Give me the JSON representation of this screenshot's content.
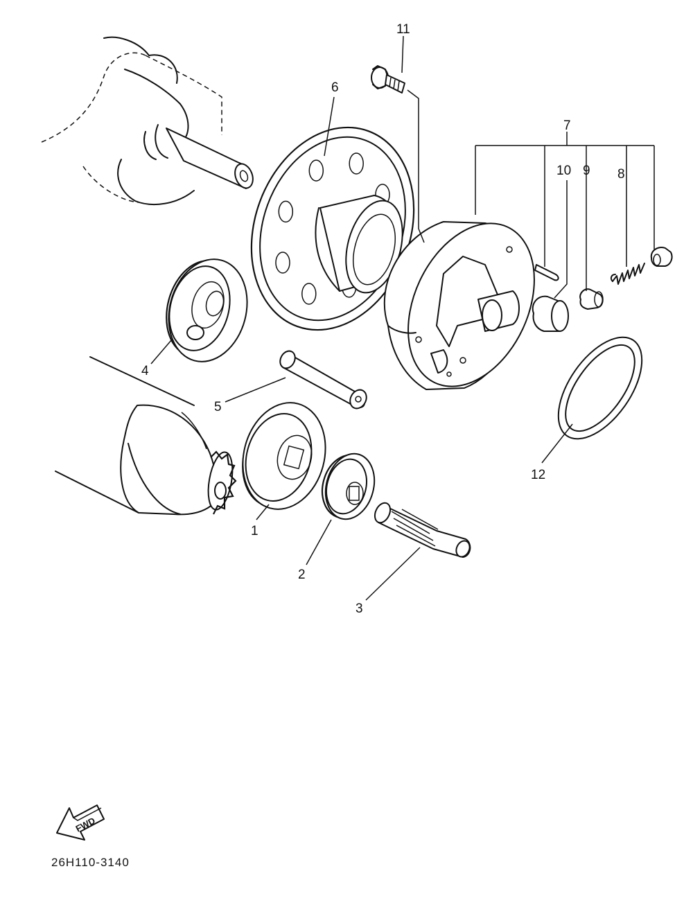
{
  "diagram": {
    "part_labels": [
      "1",
      "2",
      "3",
      "4",
      "5",
      "6",
      "7",
      "8",
      "9",
      "10",
      "11",
      "12"
    ],
    "fwd_badge": "FWD",
    "diagram_code": "26H110-3140"
  }
}
